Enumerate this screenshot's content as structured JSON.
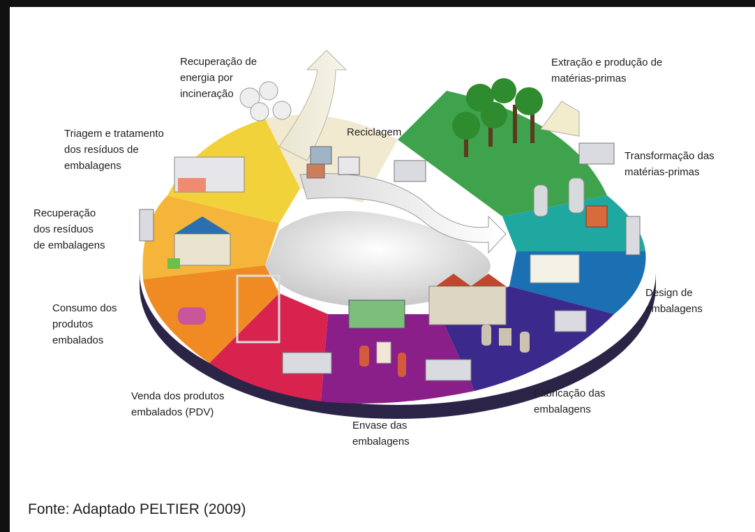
{
  "figure": {
    "source_caption": "Fonte: Adaptado PELTIER (2009)",
    "stage_colors": [
      "#3fa34d",
      "#1fa8a0",
      "#1b6fb3",
      "#3b2a8c",
      "#8a1f8a",
      "#d8234e",
      "#f08a22",
      "#f2d23a",
      "#f1ead0"
    ],
    "stages": [
      {
        "id": "extracao",
        "lines": [
          "Extração e produção de",
          "matérias-primas"
        ]
      },
      {
        "id": "transformacao",
        "lines": [
          "Transformação das",
          "matérias-primas"
        ]
      },
      {
        "id": "design",
        "lines": [
          "Design de",
          "embalagens"
        ]
      },
      {
        "id": "fabricacao",
        "lines": [
          "Fabricação das",
          "embalagens"
        ]
      },
      {
        "id": "envase",
        "lines": [
          "Envase das",
          "embalagens"
        ]
      },
      {
        "id": "venda",
        "lines": [
          "Venda dos produtos",
          "embalados (PDV)"
        ]
      },
      {
        "id": "consumo",
        "lines": [
          "Consumo dos",
          "produtos",
          "embalados"
        ]
      },
      {
        "id": "recuperacao",
        "lines": [
          "Recuperação",
          "dos resíduos",
          "de embalagens"
        ]
      },
      {
        "id": "triagem",
        "lines": [
          "Triagem e tratamento",
          "dos resíduos de",
          "embalagens"
        ]
      },
      {
        "id": "energia",
        "lines": [
          "Recuperação de",
          "energia por",
          "incineração"
        ]
      },
      {
        "id": "reciclagem",
        "lines": [
          "Reciclagem"
        ]
      }
    ]
  }
}
